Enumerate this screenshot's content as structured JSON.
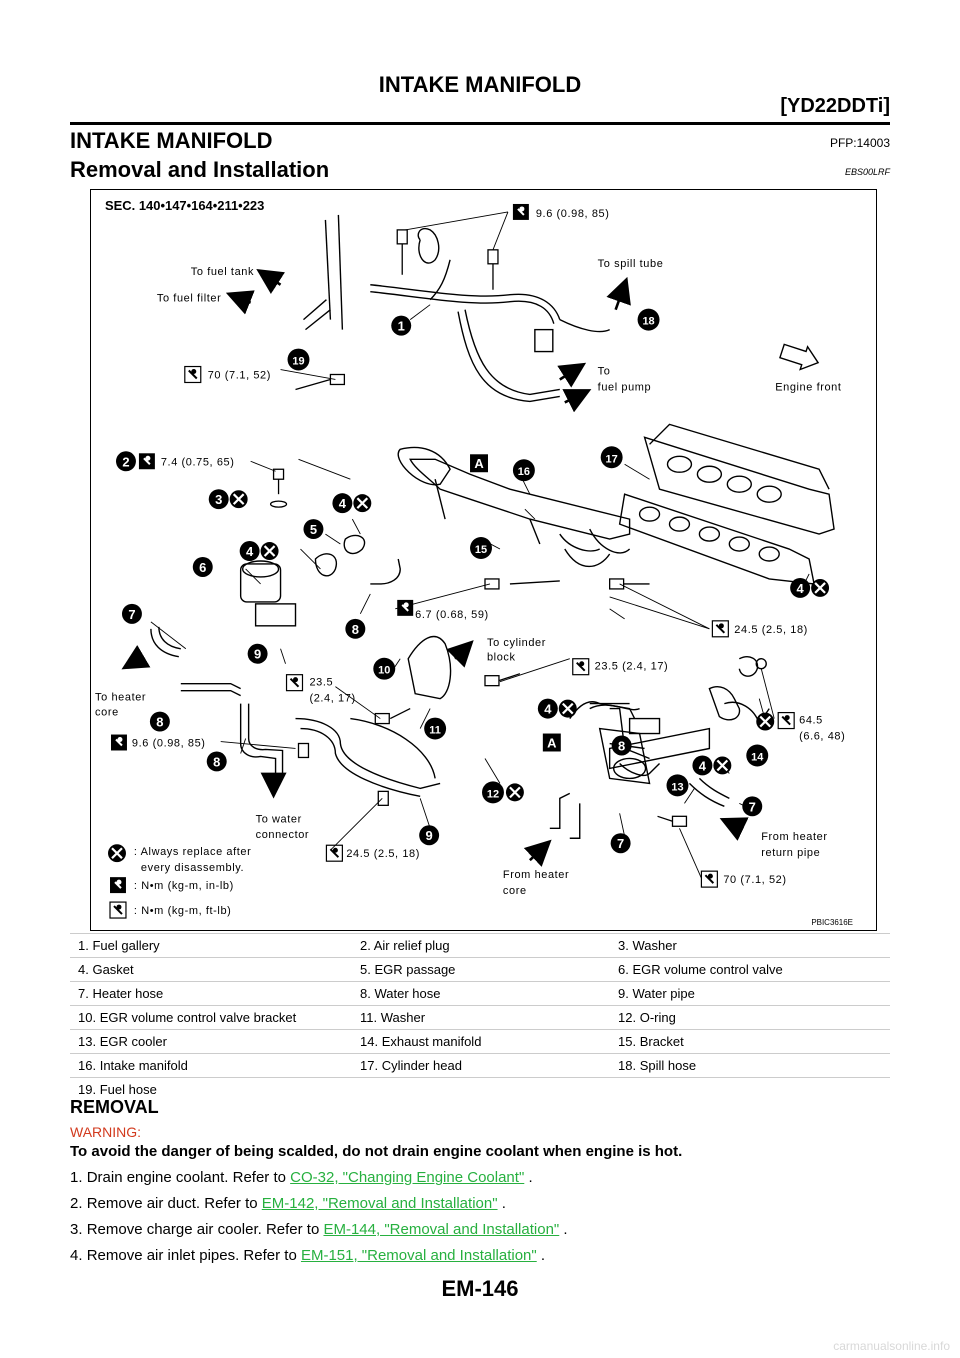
{
  "header": {
    "title": "INTAKE MANIFOLD",
    "engine": "[YD22DDTi]"
  },
  "section": {
    "title": "INTAKE MANIFOLD",
    "code": "PFP:14003"
  },
  "subsection": {
    "title": "Removal and Installation",
    "code": "EBS00LRF"
  },
  "figure": {
    "sec_ref": "SEC. 140•147•164•211•223",
    "fig_code": "PBIC3616E",
    "labels": {
      "to_fuel_tank": "To fuel tank",
      "to_fuel_filter": "To fuel filter",
      "to_spill_tube": "To spill tube",
      "to_fuel_pump_1": "To",
      "to_fuel_pump_2": "fuel pump",
      "engine_front": "Engine front",
      "to_heater_core_1": "To heater",
      "to_heater_core_2": "core",
      "to_cylinder_block_1": "To cylinder",
      "to_cylinder_block_2": "block",
      "to_water_connector_1": "To water",
      "to_water_connector_2": "connector",
      "from_heater_core_1": "From heater",
      "from_heater_core_2": "core",
      "from_heater_return_1": "From heater",
      "from_heater_return_2": "return pipe"
    },
    "torques": {
      "t_9_6_top": "9.6 (0.98, 85)",
      "t_70_top": "70 (7.1, 52)",
      "t_7_4": "7.4 (0.75, 65)",
      "t_6_7": "6.7 (0.68, 59)",
      "t_24_5_right": "24.5 (2.5, 18)",
      "t_23_5_right": "23.5 (2.4, 17)",
      "t_23_5_a": "23.5",
      "t_23_5_b": "(2.4, 17)",
      "t_9_6_left": "9.6 (0.98, 85)",
      "t_64_5_a": "64.5",
      "t_64_5_b": "(6.6, 48)",
      "t_24_5_bottom": "24.5 (2.5, 18)",
      "t_70_bottom": "70 (7.1, 52)"
    },
    "key": {
      "replace_1": ": Always replace after",
      "replace_2": "every disassembly.",
      "nm_in_lb": ": N•m (kg-m, in-lb)",
      "nm_ft_lb": ": N•m (kg-m, ft-lb)"
    },
    "callouts": {
      "n1": "1",
      "n2": "2",
      "n3": "3",
      "n4": "4",
      "n5": "5",
      "n6": "6",
      "n7": "7",
      "n8": "8",
      "n9": "9",
      "n10": "10",
      "n11": "11",
      "n12": "12",
      "n13": "13",
      "n14": "14",
      "n15": "15",
      "n16": "16",
      "n17": "17",
      "n18": "18",
      "n19": "19",
      "a": "A"
    }
  },
  "legend": [
    [
      "1.",
      "Fuel gallery",
      "2.",
      "Air relief plug",
      "3.",
      "Washer"
    ],
    [
      "4.",
      "Gasket",
      "5.",
      "EGR passage",
      "6.",
      "EGR volume control valve"
    ],
    [
      "7.",
      "Heater hose",
      "8.",
      "Water hose",
      "9.",
      "Water pipe"
    ],
    [
      "10.",
      "EGR volume control valve bracket",
      "11.",
      "Washer",
      "12.",
      "O-ring"
    ],
    [
      "13.",
      "EGR cooler",
      "14.",
      "Exhaust manifold",
      "15.",
      "Bracket"
    ],
    [
      "16.",
      "Intake manifold",
      "17.",
      "Cylinder head",
      "18.",
      "Spill hose"
    ],
    [
      "19.",
      "Fuel hose",
      "",
      "",
      "",
      ""
    ]
  ],
  "removal": {
    "heading": "REMOVAL",
    "warning_label": "WARNING:",
    "warning_text": "To avoid the danger of being scalded, do not drain engine coolant when engine is hot.",
    "steps": [
      {
        "num": "1.",
        "text": "Drain engine coolant. Refer to ",
        "link": "CO-32, \"Changing Engine Coolant\"",
        "tail": " ."
      },
      {
        "num": "2.",
        "text": "Remove air duct. Refer to ",
        "link": "EM-142, \"Removal and Installation\"",
        "tail": " ."
      },
      {
        "num": "3.",
        "text": "Remove charge air cooler. Refer to ",
        "link": "EM-144, \"Removal and Installation\"",
        "tail": " ."
      },
      {
        "num": "4.",
        "text": "Remove air inlet pipes. Refer to ",
        "link": "EM-151, \"Removal and Installation\"",
        "tail": " ."
      }
    ]
  },
  "footer": {
    "page": "EM-146",
    "watermark": "carmanualsonline.info"
  }
}
